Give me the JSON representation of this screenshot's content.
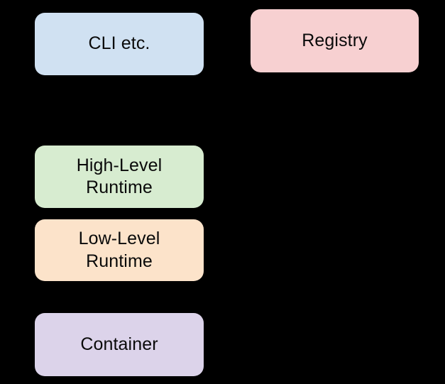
{
  "diagram": {
    "background_color": "#000000",
    "text_color": "#0a0a0a",
    "nodes": [
      {
        "id": "cli",
        "label": "CLI etc.",
        "color": "#d0e1f2",
        "column": "left",
        "row": 1
      },
      {
        "id": "registry",
        "label": "Registry",
        "color": "#f7d0d1",
        "column": "right",
        "row": 1
      },
      {
        "id": "high-level-runtime",
        "label": "High-Level\nRuntime",
        "color": "#d7ecd0",
        "column": "left",
        "row": 2
      },
      {
        "id": "low-level-runtime",
        "label": "Low-Level\nRuntime",
        "color": "#fce3ca",
        "column": "left",
        "row": 3
      },
      {
        "id": "container",
        "label": "Container",
        "color": "#dcd3ea",
        "column": "left",
        "row": 4
      }
    ]
  }
}
